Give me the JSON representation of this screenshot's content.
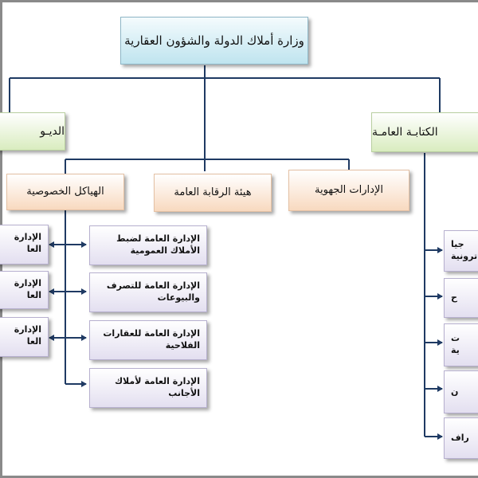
{
  "root": {
    "label": "وزارة أملاك الدولة والشؤون العقارية"
  },
  "level1": {
    "general_secretariat": "الكتابـة العامـة",
    "diwan": "الديـو"
  },
  "level2": {
    "special_structures": "الهياكل الخصوصية",
    "general_control": "هيئة الرقابة العامة",
    "regional_administrations": "الإدارات الجهوية"
  },
  "directorates": [
    {
      "label": "الإدارة العامة لضبط الأملاك العمومية"
    },
    {
      "label": "الإدارة العامة للتصرف والبيوعات"
    },
    {
      "label": "الإدارة العامة للعقارات الفلاحية"
    },
    {
      "label": "الإدارة العامة لأملاك الأجانب"
    }
  ],
  "left_partial": [
    {
      "label": "الإدارة العا"
    },
    {
      "label": "الإدارة العا"
    },
    {
      "label": "الإدارة العا"
    }
  ],
  "right_partial": [
    {
      "line1": "جيا",
      "line2": "ترونية"
    },
    {
      "line1": "ح",
      "line2": ""
    },
    {
      "line1": "ت",
      "line2": "ية"
    },
    {
      "line1": "ن",
      "line2": ""
    },
    {
      "line1": "راف",
      "line2": ""
    }
  ]
}
